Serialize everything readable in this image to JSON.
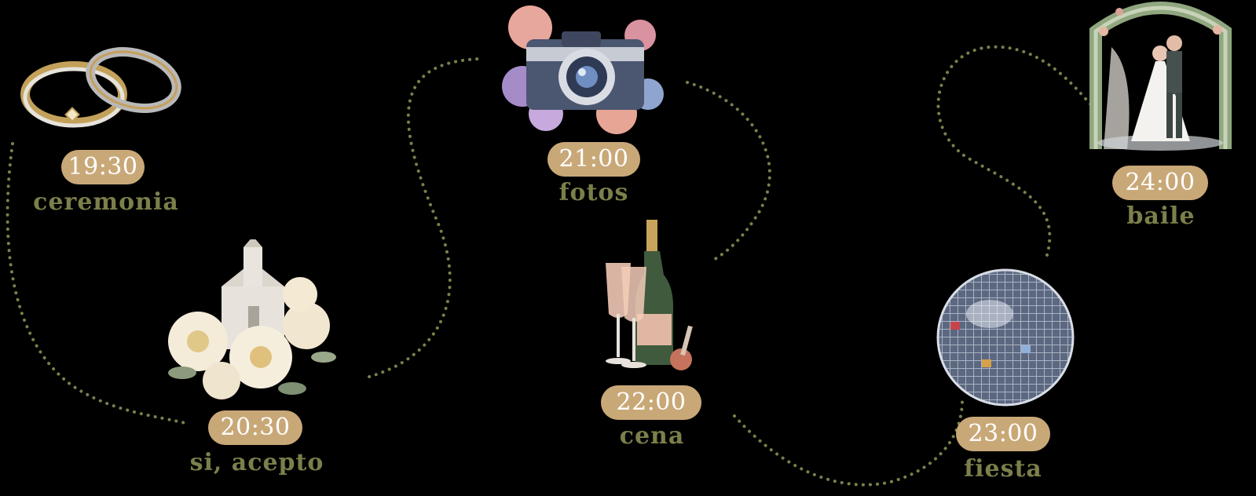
{
  "colors": {
    "background": "#000000",
    "pill": "#c9a878",
    "pill_text": "#ffffff",
    "label_text": "#7c7f4a",
    "dotted_path": "#7c7f4a"
  },
  "events": [
    {
      "time": "19:30",
      "label": "ceremonia",
      "icon": "wedding-rings-icon"
    },
    {
      "time": "20:30",
      "label": "si, acepto",
      "icon": "church-flowers-icon"
    },
    {
      "time": "21:00",
      "label": "fotos",
      "icon": "camera-flowers-icon"
    },
    {
      "time": "22:00",
      "label": "cena",
      "icon": "champagne-icon"
    },
    {
      "time": "23:00",
      "label": "fiesta",
      "icon": "disco-ball-icon"
    },
    {
      "time": "24:00",
      "label": "baile",
      "icon": "dancing-couple-icon"
    }
  ]
}
